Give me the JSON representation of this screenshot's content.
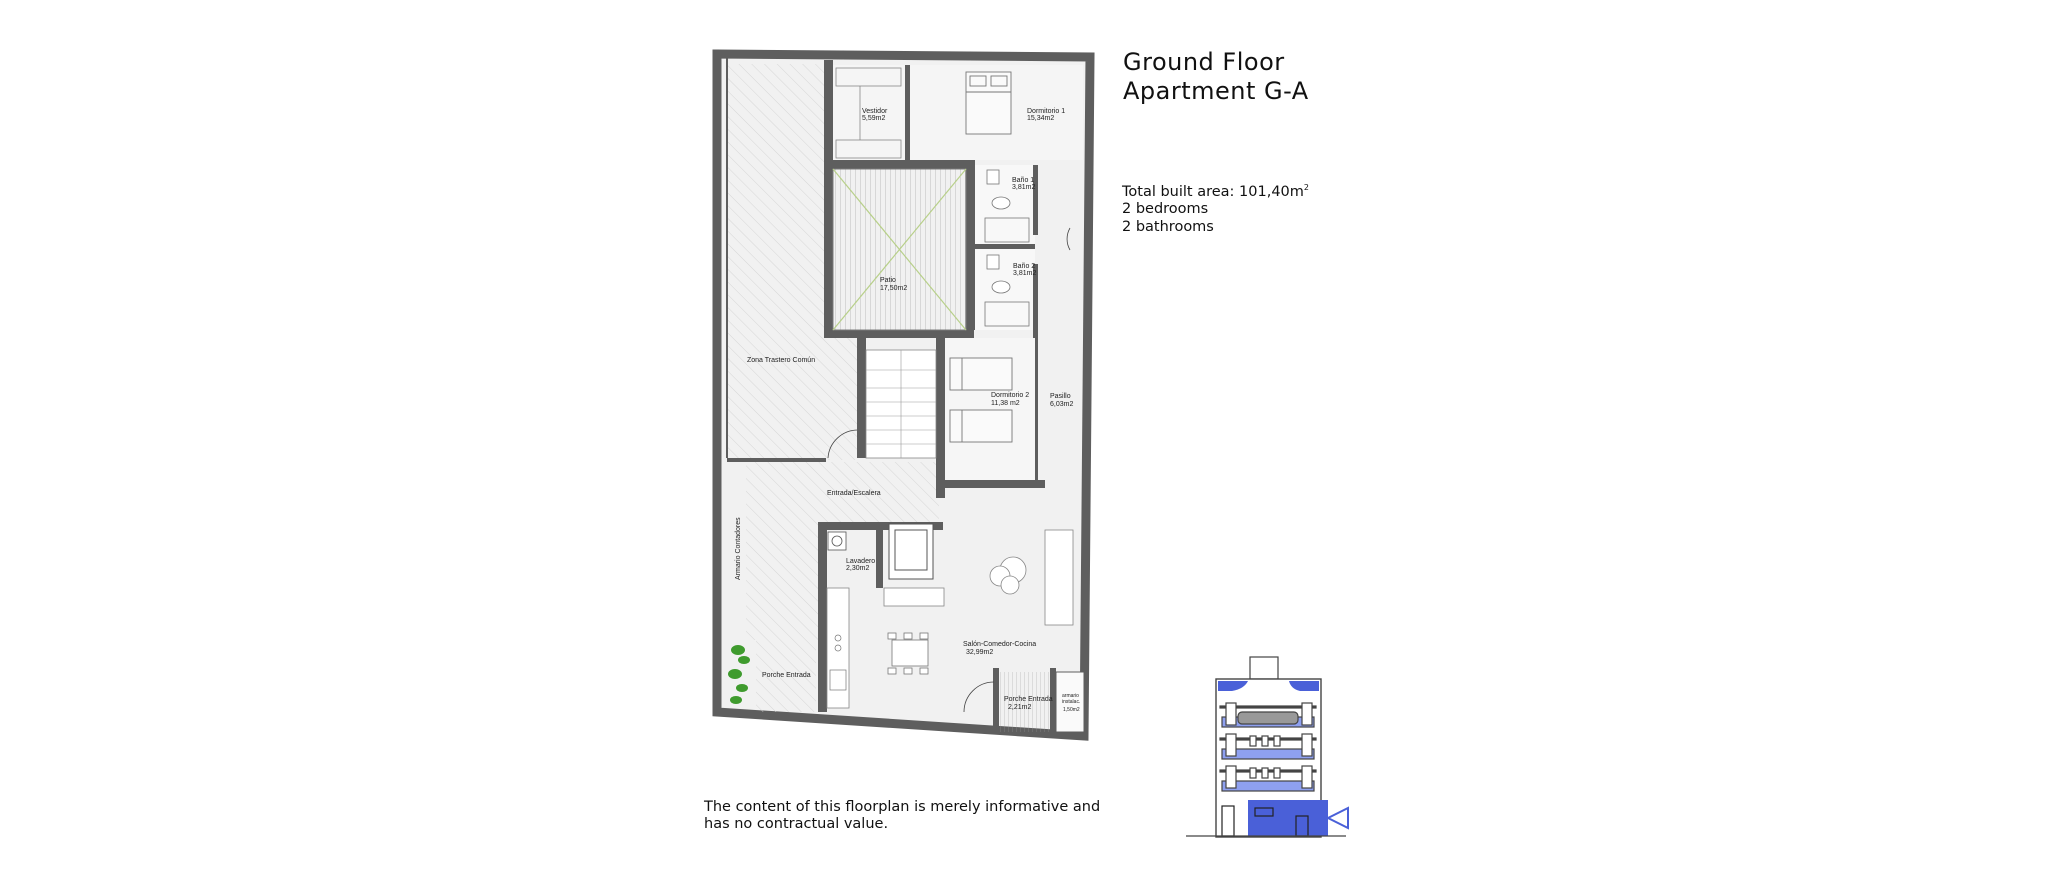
{
  "header": {
    "title_line1": "Ground Floor",
    "title_line2": "Apartment G-A"
  },
  "summary": {
    "built_area_label": "Total built area: 101,40m",
    "built_area_unit_sup": "2",
    "bedrooms": "2 bedrooms",
    "bathrooms": "2 bathrooms"
  },
  "disclaimer": {
    "line1": "The content of this floorplan is merely informative and",
    "line2": "has no contractual value."
  },
  "rooms": {
    "vestidor_name": "Vestidor",
    "vestidor_area": "5,59m2",
    "dormitorio1_name": "Dormitorio 1",
    "dormitorio1_area": "15,34m2",
    "bano1_name": "Baño 1",
    "bano1_area": "3,81m2",
    "bano2_name": "Baño 2",
    "bano2_area": "3,81m2",
    "patio_name": "Patio",
    "patio_area": "17,50m2",
    "zone_trastero": "Zona Trastero Común",
    "dormitorio2_name": "Dormitorio 2",
    "dormitorio2_area": "11,38 m2",
    "pasillo_name": "Pasillo",
    "pasillo_area": "6,03m2",
    "entrada_escalera": "Entrada/Escalera",
    "armario_contadores": "Armario Contadores",
    "lavadero_name": "Lavadero",
    "lavadero_area": "2,30m2",
    "salon_name": "Salón-Comedor-Cocina",
    "salon_area": "32,99m2",
    "porche_entrada_left": "Porche Entrada",
    "porche_entrada_right_name": "Porche Entrada",
    "porche_entrada_right_area": "2,21m2",
    "armario_instal_1": "armario",
    "armario_instal_2": "instalac.",
    "armario_instal_area": "1,50m2"
  },
  "colors": {
    "wall": "#5e5e5e",
    "hatch": "#c8c8c8",
    "highlight_blue": "#4a60d8",
    "light_blue": "#8ea0f0",
    "plant_green": "#3f9b2e",
    "patio_cross": "#b8d08a"
  }
}
